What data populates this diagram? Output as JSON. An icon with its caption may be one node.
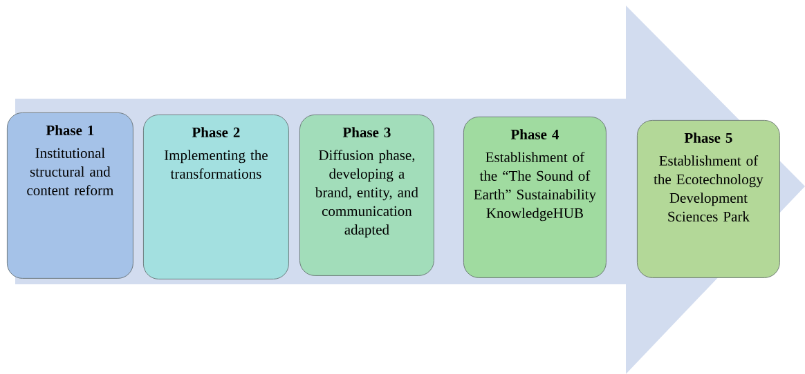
{
  "diagram": {
    "nodes": [
      {
        "text": [
          "Phase 1",
          "Institutional structural and content reform"
        ]
      },
      {
        "text": [
          "Phase 2",
          "Implementing the transformations"
        ]
      },
      {
        "text": [
          "Phase 3",
          "Diffusion phase, developing a brand, entity, and communication adapted"
        ]
      },
      {
        "text": [
          "Phase 4",
          "Establishment of the “The Sound of Earth” Sustainability KnowledgeHUB"
        ]
      },
      {
        "text": [
          "Phase 5",
          "Establishment of the Ecotechnology Development Sciences Park"
        ]
      }
    ]
  }
}
